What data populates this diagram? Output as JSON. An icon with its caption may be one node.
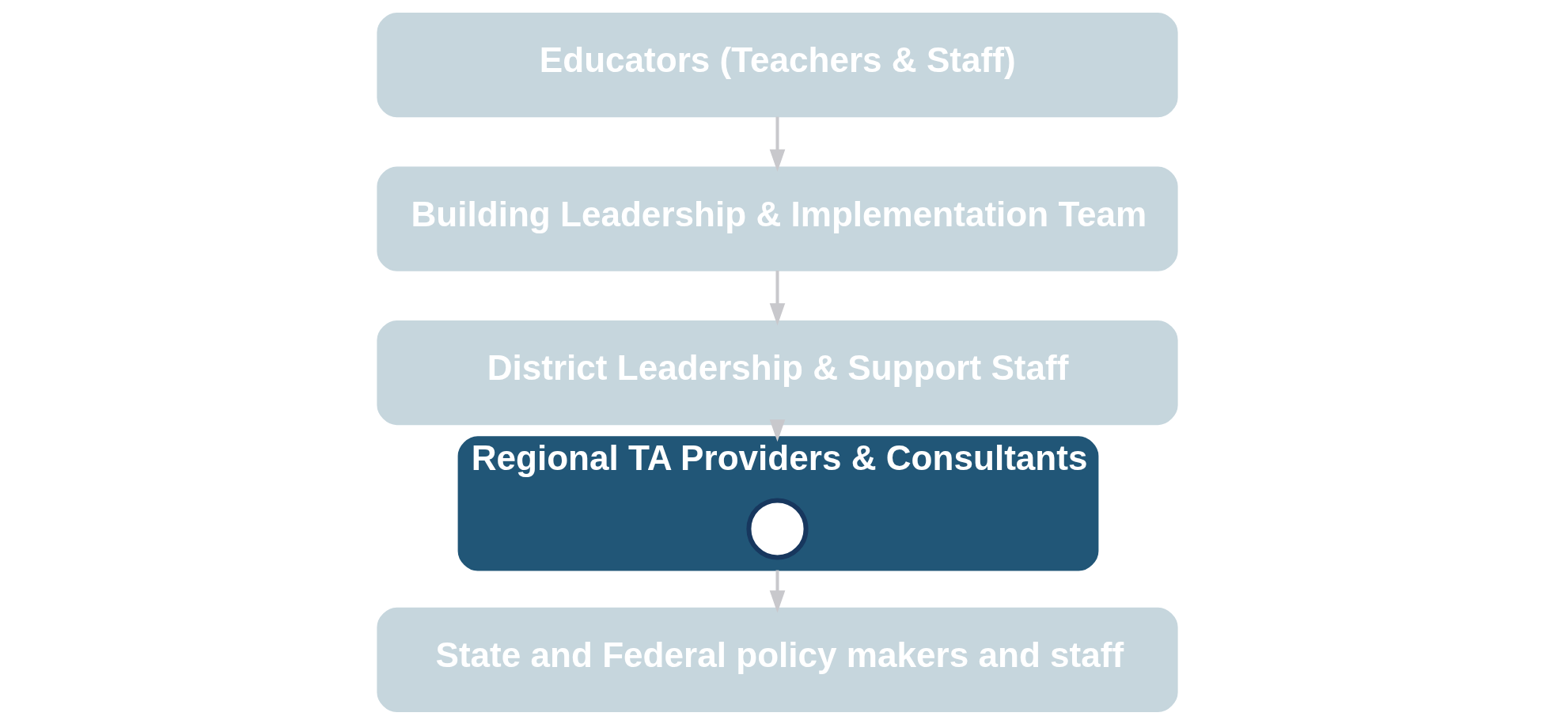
{
  "diagram": {
    "nodes": [
      {
        "text": [
          "Educators (Teachers & Staff)"
        ]
      },
      {
        "text": [
          "Building Leadership & Implementation Team"
        ]
      },
      {
        "text": [
          "District Leadership & Support Staff"
        ]
      },
      {
        "text": [
          "Regional TA Providers & Consultants"
        ]
      },
      {
        "text": [],
        "shape": "circle",
        "in": 3
      },
      {
        "text": [
          "State and Federal policy makers and staff"
        ]
      }
    ],
    "edges": [
      {
        "from": 0,
        "to": 1,
        "arrow": "to"
      },
      {
        "from": 1,
        "to": 2,
        "arrow": "to"
      },
      {
        "from": 2,
        "to": 3,
        "arrow": "to"
      },
      {
        "from": 3,
        "to": 5,
        "arrow": "to"
      }
    ]
  }
}
